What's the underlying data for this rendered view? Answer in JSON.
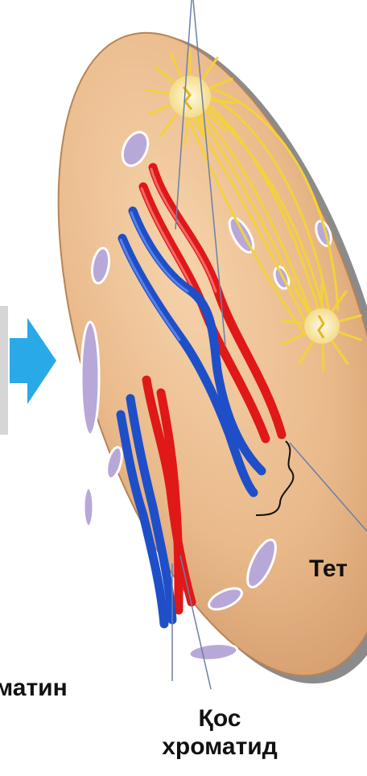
{
  "labels": {
    "chromatin_fragment": "матин",
    "tetrad_fragment": "Тет",
    "double_chromatid_line1": "Қос",
    "double_chromatid_line2": "хроматид"
  },
  "colors": {
    "cell_fill": "#e9b98a",
    "cell_edge": "#c89062",
    "cell_shadow": "#6e6e6e",
    "chromosome_red": "#e01818",
    "chromosome_blue": "#1f4fc8",
    "spindle_yellow": "#f4d23a",
    "centrosome": "#fff6c8",
    "vesicle": "#b8a8d8",
    "arrow": "#29a9e8",
    "pointer_line": "#6b7fa8"
  },
  "icons": {
    "arrow": "right-arrow-icon"
  }
}
